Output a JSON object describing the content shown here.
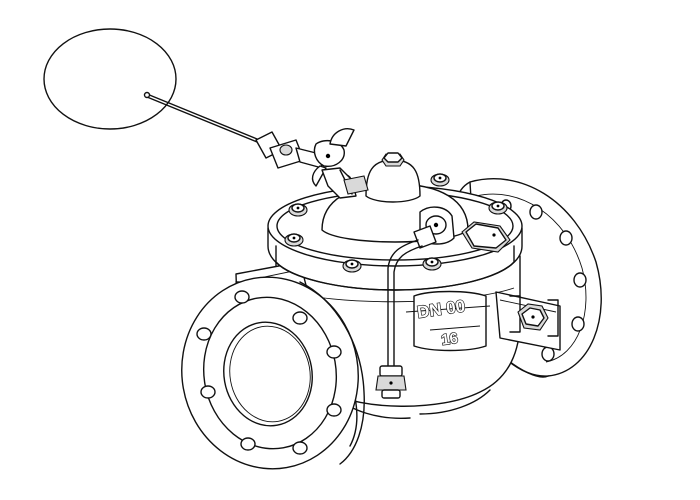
{
  "casting": {
    "line1": "DN 00",
    "line2": "16"
  },
  "colors": {
    "ink": "#111111",
    "paper": "#ffffff",
    "shade": "#d9d9d9"
  },
  "icons": [
    "valve-drawing",
    "float-ball",
    "flange",
    "bolt",
    "pilot-tube",
    "butterfly-handle"
  ]
}
